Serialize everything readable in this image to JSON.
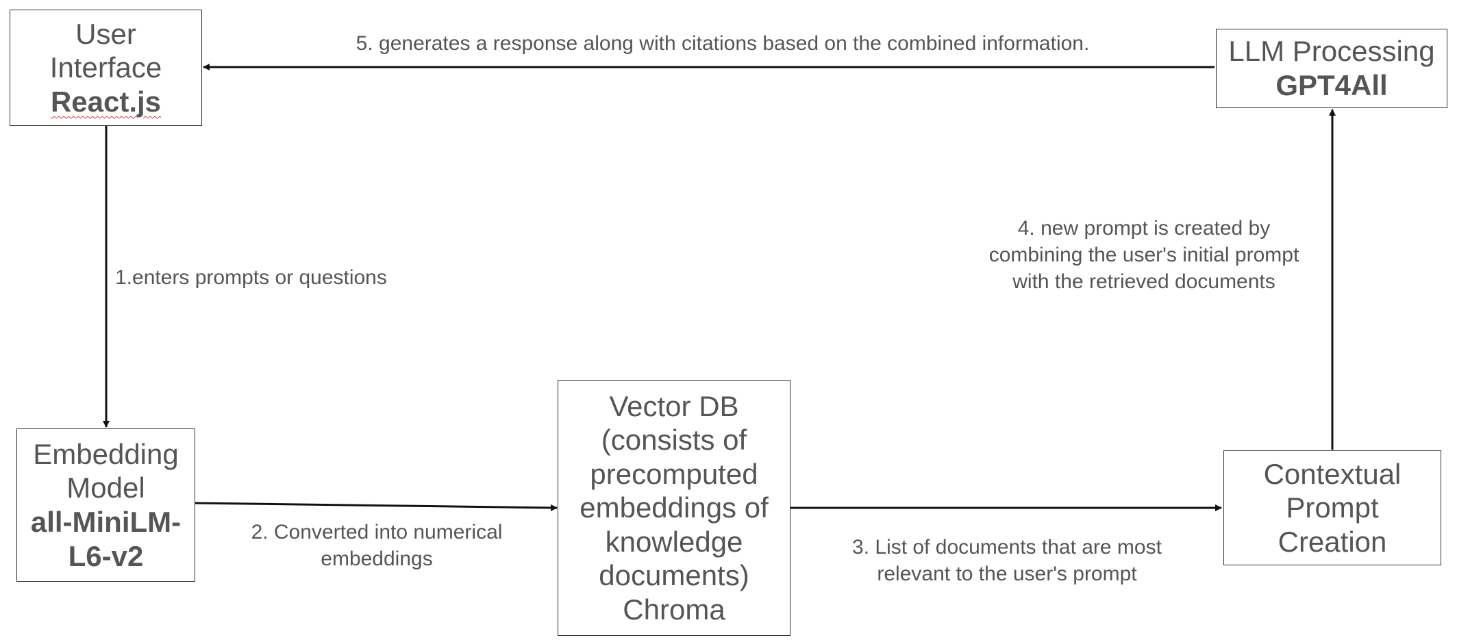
{
  "nodes": {
    "user_interface": {
      "line1": "User",
      "line2": "Interface",
      "line3": "React.js"
    },
    "embedding_model": {
      "line1": "Embedding",
      "line2": "Model",
      "line3": "all-MiniLM-",
      "line4": "L6-v2"
    },
    "vector_db": {
      "line1": "Vector DB",
      "line2": "(consists of",
      "line3": "precomputed",
      "line4": "embeddings of",
      "line5": "knowledge",
      "line6": "documents)",
      "line7": "Chroma"
    },
    "contextual_prompt": {
      "line1": "Contextual",
      "line2": "Prompt",
      "line3": "Creation"
    },
    "llm_processing": {
      "line1": "LLM Processing",
      "line2": "GPT4All"
    }
  },
  "edges": {
    "step1": {
      "line1": "1.enters prompts or questions"
    },
    "step2": {
      "line1": "2. Converted into numerical",
      "line2": "embeddings"
    },
    "step3": {
      "line1": "3. List of documents that are most",
      "line2": "relevant to the user's prompt"
    },
    "step4": {
      "line1": "4. new prompt is created by",
      "line2": "combining the user's initial prompt",
      "line3": "with the retrieved documents"
    },
    "step5": {
      "line1": "5. generates a response along with citations based on the combined information."
    }
  }
}
